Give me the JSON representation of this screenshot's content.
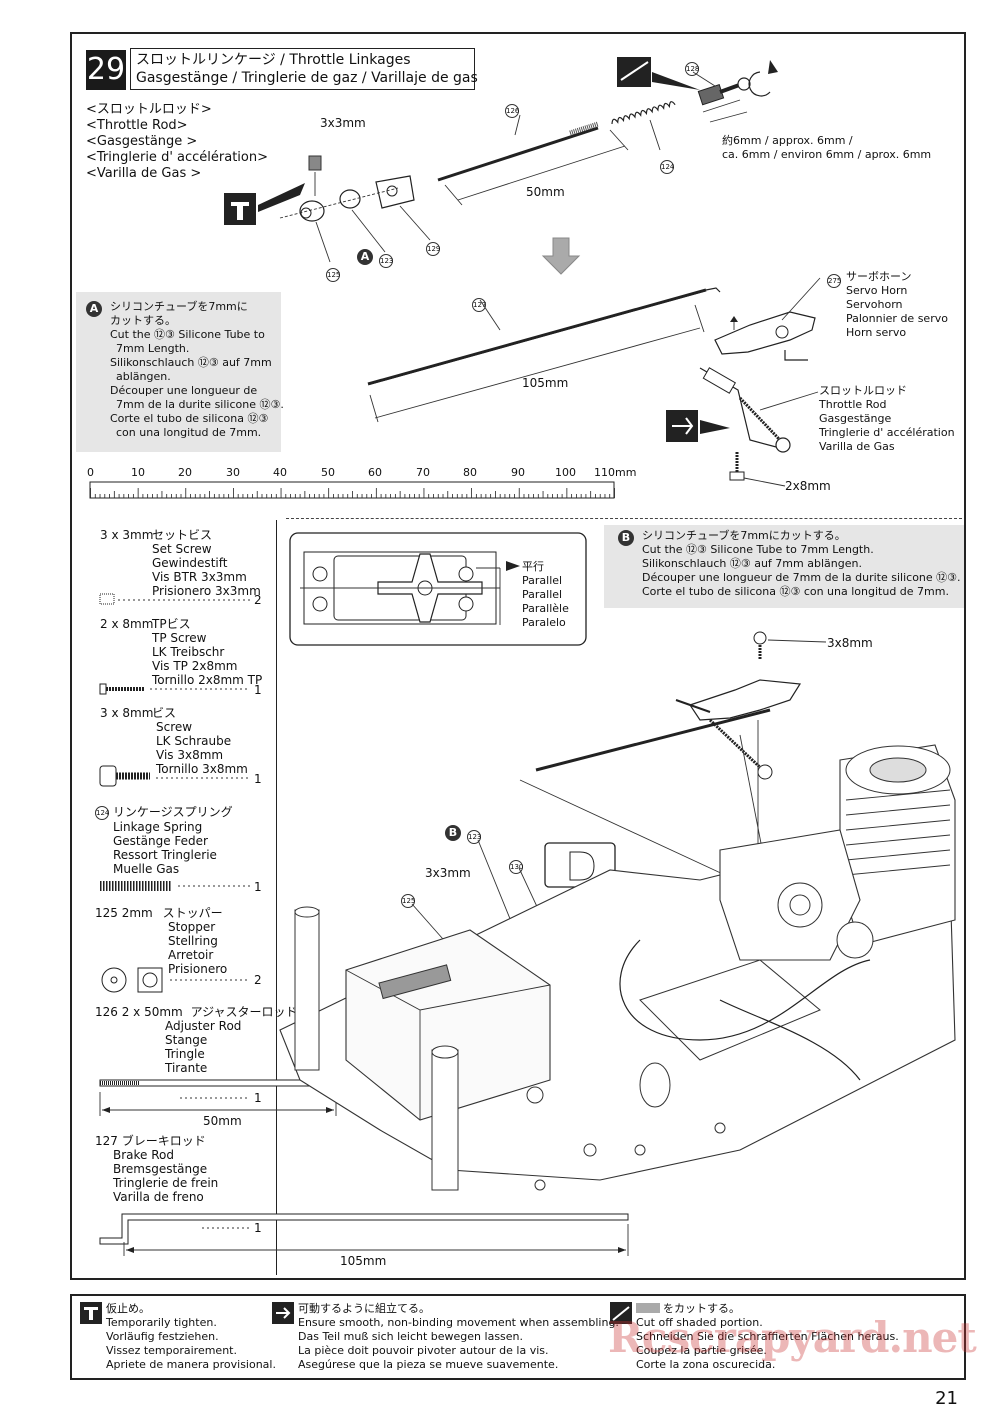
{
  "step": {
    "number": "29",
    "title_jp": "スロットルリンケージ / Throttle Linkages",
    "title_multi": "Gasgestänge / Tringlerie de gaz / Varillaje de gas"
  },
  "throttle_rod_heading": [
    "<スロットルロッド>",
    "<Throttle Rod>",
    "<Gasgestänge >",
    "<Tringlerie d' accélération>",
    "<Varilla de Gas >"
  ],
  "top_diagram": {
    "screw_label": "3x3mm",
    "rod_length": "50mm",
    "note_128": "約6mm / approx. 6mm /",
    "note_128b": "ca. 6mm / environ 6mm / aprox. 6mm",
    "part_128": "128",
    "part_126": "126",
    "part_124": "124",
    "part_125": "125",
    "part_123": "123",
    "part_129": "129",
    "label_a": "A"
  },
  "note_a": {
    "badge": "A",
    "lines": [
      "シリコンチューブを7mmに",
      "カットする。",
      "Cut the ⑫③ Silicone Tube to",
      "7mm Length.",
      "Silikonschlauch ⑫③ auf 7mm",
      "ablängen.",
      "Découper une longueur de",
      "7mm de la durite silicone ⑫③.",
      "Corte el tubo de silicona ⑫③",
      "con una longitud de 7mm."
    ]
  },
  "middle_diagram": {
    "part_127": "127",
    "brake_rod_length": "105mm",
    "part_275": "275",
    "servo_horn": [
      "サーボホーン",
      "Servo Horn",
      "Servohorn",
      "Palonnier de servo",
      "Horn servo"
    ],
    "throttle_rod": [
      "スロットルロッド",
      "Throttle Rod",
      "Gasgestänge",
      "Tringlerie d' accélération",
      "Varilla de Gas"
    ],
    "screw_2x8": "2x8mm"
  },
  "ruler": {
    "labels": [
      "0",
      "10",
      "20",
      "30",
      "40",
      "50",
      "60",
      "70",
      "80",
      "90",
      "100",
      "110mm"
    ]
  },
  "parts_list": [
    {
      "size": "3 x 3mm",
      "names": [
        "セットビス",
        "Set Screw",
        "Gewindestift",
        "Vis BTR 3x3mm",
        "Prisionero 3x3mm"
      ],
      "qty": "2"
    },
    {
      "size": "2 x 8mm",
      "names": [
        "TPビス",
        "TP Screw",
        "LK Treibschr",
        "Vis TP 2x8mm",
        "Tornillo 2x8mm TP"
      ],
      "qty": "1"
    },
    {
      "size": "3 x 8mm",
      "names": [
        "ビス",
        "Screw",
        "LK Schraube",
        "Vis 3x8mm",
        "Tornillo 3x8mm"
      ],
      "qty": "1"
    },
    {
      "size": "124",
      "names": [
        "リンケージスプリング",
        "Linkage Spring",
        "Gestänge Feder",
        "Ressort Tringlerie",
        "Muelle Gas"
      ],
      "qty": "1"
    },
    {
      "size": "125 2mm",
      "names": [
        "ストッパー",
        "Stopper",
        "Stellring",
        "Arretoir",
        "Prisionero"
      ],
      "qty": "2"
    },
    {
      "size": "126 2 x 50mm",
      "names": [
        "アジャスターロッド",
        "Adjuster Rod",
        "Stange",
        "Tringle",
        "Tirante"
      ],
      "qty": "1",
      "length": "50mm"
    },
    {
      "size": "127",
      "names": [
        "ブレーキロッド",
        "Brake Rod",
        "Bremsgestänge",
        "Tringlerie de frein",
        "Varilla de freno"
      ],
      "qty": "1",
      "length": "105mm"
    }
  ],
  "parallel": [
    "平行",
    "Parallel",
    "Parallel",
    "Parallèle",
    "Paralelo"
  ],
  "note_b": {
    "badge": "B",
    "lines": [
      "シリコンチューブを7mmにカットする。",
      "Cut the ⑫③ Silicone Tube to 7mm Length.",
      "Silikonschlauch ⑫③ auf 7mm ablängen.",
      "Découper une longueur de 7mm de la durite silicone ⑫③.",
      "Corte el tubo de silicona ⑫③ con una longitud de 7mm."
    ]
  },
  "bottom_diagram": {
    "screw_3x8": "3x8mm",
    "screw_3x3": "3x3mm",
    "part_125": "125",
    "part_123": "123",
    "part_130": "130",
    "label_b": "B",
    "label_d": "D"
  },
  "legend": [
    {
      "lines": [
        "仮止め。",
        "Temporarily tighten.",
        "Vorläufig festziehen.",
        "Vissez temporairement.",
        "Apriete de manera provisional."
      ]
    },
    {
      "lines": [
        "可動するように組立てる。",
        "Ensure smooth, non-binding movement when assembling.",
        "Das Teil muß sich leicht bewegen lassen.",
        "La pièce doit pouvoir pivoter autour de la vis.",
        "Asegúrese que la pieza se mueve suavemente."
      ]
    },
    {
      "lines": [
        "をカットする。",
        "Cut off shaded portion.",
        "Schneiden Sie die schraffierten Flächen heraus.",
        "Coupez la partie grisée.",
        "Corte la zona oscurecida."
      ]
    }
  ],
  "watermark": "Rcscrapyard.net",
  "page_number": "21"
}
